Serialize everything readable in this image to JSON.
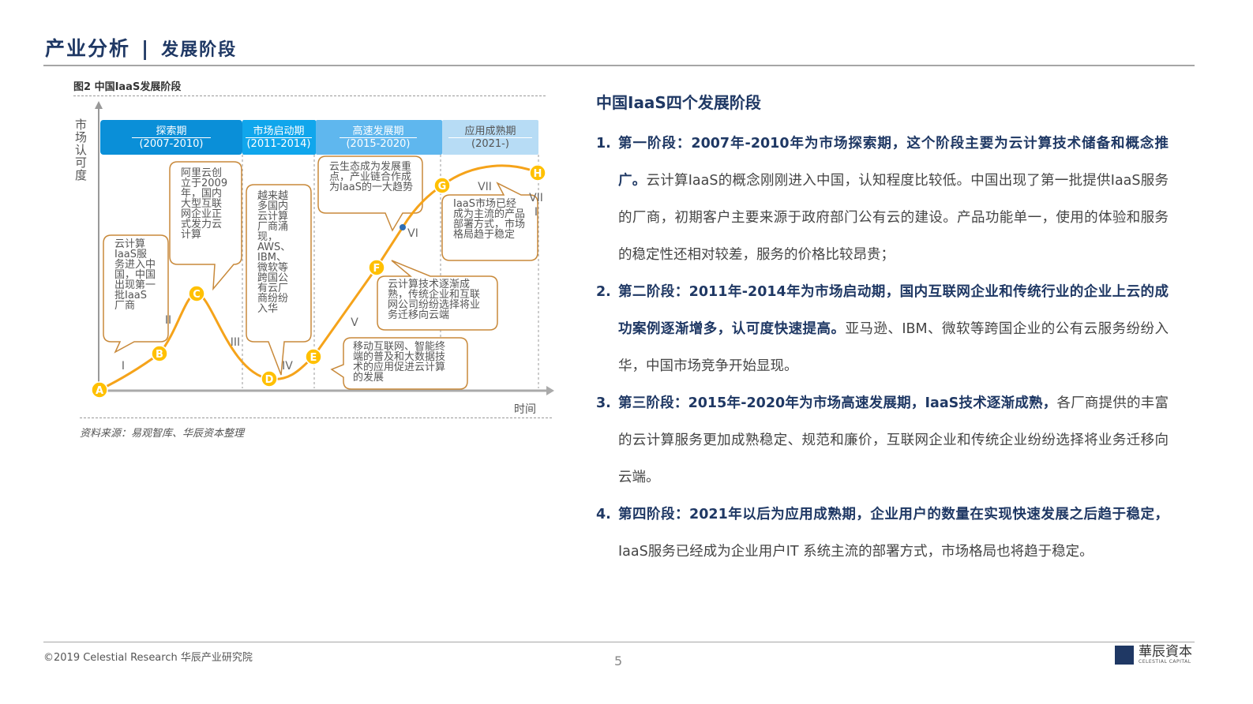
{
  "header": {
    "title": "产业分析",
    "separator": "|",
    "subtitle": "发展阶段"
  },
  "figure": {
    "caption": "图2 中国IaaS发展阶段",
    "y_axis_label": "市场认可度",
    "x_axis_label": "时间",
    "stages": [
      {
        "name": "探索期",
        "years": "(2007-2010)",
        "color": "#0a8fd8"
      },
      {
        "name": "市场启动期",
        "years": "(2011-2014)",
        "color": "#10a6ec"
      },
      {
        "name": "高速发展期",
        "years": "(2015-2020)",
        "color": "#5fb7ee"
      },
      {
        "name": "应用成熟期",
        "years": "(2021-)",
        "color": "#b7dcf5"
      }
    ],
    "points": [
      "A",
      "B",
      "C",
      "D",
      "E",
      "F",
      "G",
      "H"
    ],
    "roman_labels": [
      "I",
      "II",
      "III",
      "IV",
      "V",
      "VI",
      "VII",
      "VII I"
    ],
    "callouts": [
      "云计算IaaS服务进入中国，中国出现第一批IaaS厂商",
      "阿里云创立于2009年，国内大型互联网企业正式发力云计算",
      "越来越多国内云计算厂商涌现，AWS、IBM、微软等跨国公有云厂商纷纷入华",
      "云生态成为发展重点，产业链合作成为IaaS的一大趋势",
      "云计算技术逐渐成熟，传统企业和互联网公司纷纷选择将业务迁移向云端",
      "移动互联网、智能终端的普及和大数据技术的应用促进云计算的发展",
      "IaaS市场已经成为主流的产品部署方式，市场格局趋于稳定"
    ],
    "curve_color": "#f5a31a",
    "source": "资料来源：易观智库、华辰资本整理"
  },
  "main": {
    "section_title": "中国IaaS四个发展阶段",
    "items": [
      {
        "num": "1.",
        "bold": "第一阶段：2007年-2010年为市场探索期，这个阶段主要为云计算技术储备和概念推广。",
        "text": "云计算IaaS的概念刚刚进入中国，认知程度比较低。中国出现了第一批提供IaaS服务的厂商，初期客户主要来源于政府部门公有云的建设。产品功能单一，使用的体验和服务的稳定性还相对较差，服务的价格比较昂贵；"
      },
      {
        "num": "2.",
        "bold": "第二阶段：2011年-2014年为市场启动期，国内互联网企业和传统行业的企业上云的成功案例逐渐增多，认可度快速提高。",
        "text": "亚马逊、IBM、微软等跨国企业的公有云服务纷纷入华，中国市场竞争开始显现。"
      },
      {
        "num": "3.",
        "bold": "第三阶段：2015年-2020年为市场高速发展期，IaaS技术逐渐成熟，",
        "text": "各厂商提供的丰富的云计算服务更加成熟稳定、规范和廉价，互联网企业和传统企业纷纷选择将业务迁移向云端。"
      },
      {
        "num": "4.",
        "bold": "第四阶段：2021年以后为应用成熟期，企业用户的数量在实现快速发展之后趋于稳定，",
        "text": "IaaS服务已经成为企业用户IT 系统主流的部署方式，市场格局也将趋于稳定。"
      }
    ]
  },
  "footer": {
    "copyright": "©2019 Celestial Research 华辰产业研究院",
    "page_number": "5",
    "logo_cn": "華辰資本",
    "logo_en": "CELESTIAL CAPITAL"
  }
}
